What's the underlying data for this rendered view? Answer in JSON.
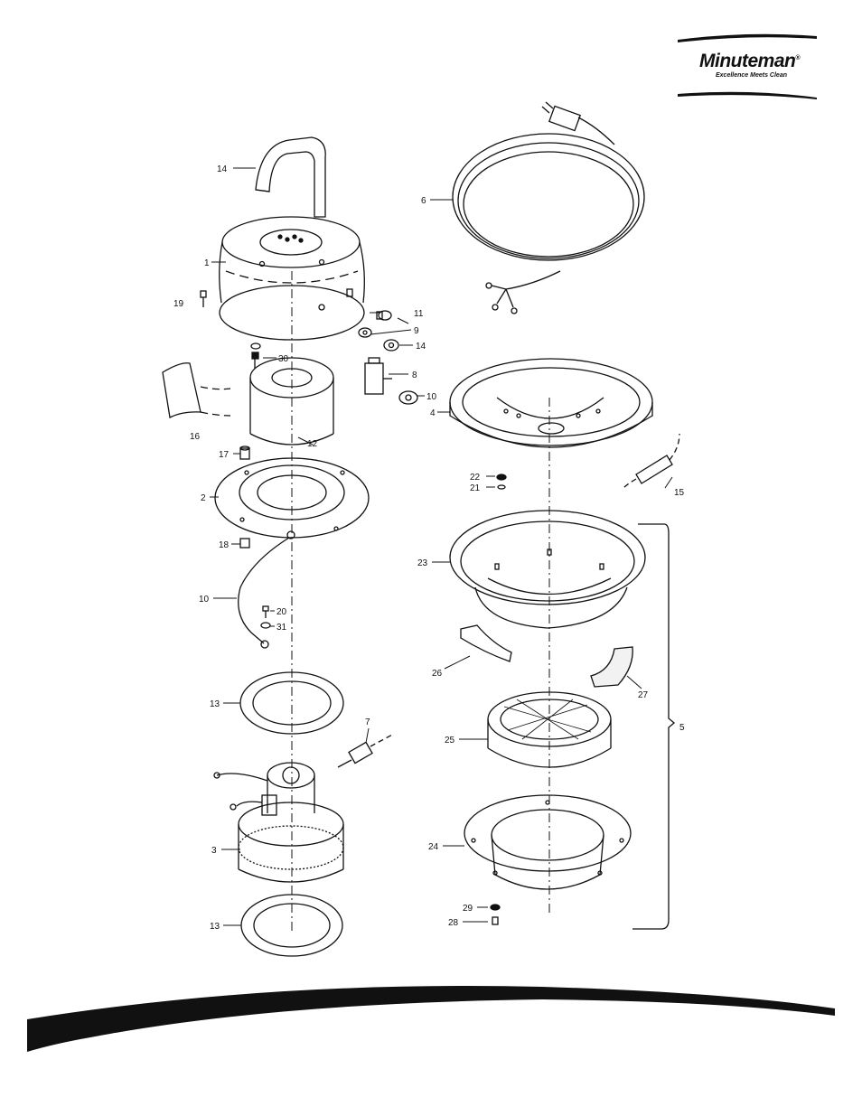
{
  "brand": {
    "name": "Minuteman",
    "registered_mark": "®",
    "tagline": "Excellence Meets Clean"
  },
  "callouts": [
    {
      "id": "p14a",
      "text": "14"
    },
    {
      "id": "p1",
      "text": "1"
    },
    {
      "id": "p19",
      "text": "19"
    },
    {
      "id": "p11",
      "text": "11"
    },
    {
      "id": "p9",
      "text": "9"
    },
    {
      "id": "p14b",
      "text": "14"
    },
    {
      "id": "p30",
      "text": "30"
    },
    {
      "id": "p8",
      "text": "8"
    },
    {
      "id": "p10a",
      "text": "10"
    },
    {
      "id": "p16",
      "text": "16"
    },
    {
      "id": "p12",
      "text": "12"
    },
    {
      "id": "p17",
      "text": "17"
    },
    {
      "id": "p2",
      "text": "2"
    },
    {
      "id": "p18",
      "text": "18"
    },
    {
      "id": "p10b",
      "text": "10"
    },
    {
      "id": "p20",
      "text": "20"
    },
    {
      "id": "p31",
      "text": "31"
    },
    {
      "id": "p13a",
      "text": "13"
    },
    {
      "id": "p7",
      "text": "7"
    },
    {
      "id": "p3",
      "text": "3"
    },
    {
      "id": "p13b",
      "text": "13"
    },
    {
      "id": "p6",
      "text": "6"
    },
    {
      "id": "p4",
      "text": "4"
    },
    {
      "id": "p22",
      "text": "22"
    },
    {
      "id": "p21",
      "text": "21"
    },
    {
      "id": "p15",
      "text": "15"
    },
    {
      "id": "p23",
      "text": "23"
    },
    {
      "id": "p26",
      "text": "26"
    },
    {
      "id": "p27",
      "text": "27"
    },
    {
      "id": "p25",
      "text": "25"
    },
    {
      "id": "p5",
      "text": "5"
    },
    {
      "id": "p24",
      "text": "24"
    },
    {
      "id": "p29",
      "text": "29"
    },
    {
      "id": "p28",
      "text": "28"
    }
  ]
}
